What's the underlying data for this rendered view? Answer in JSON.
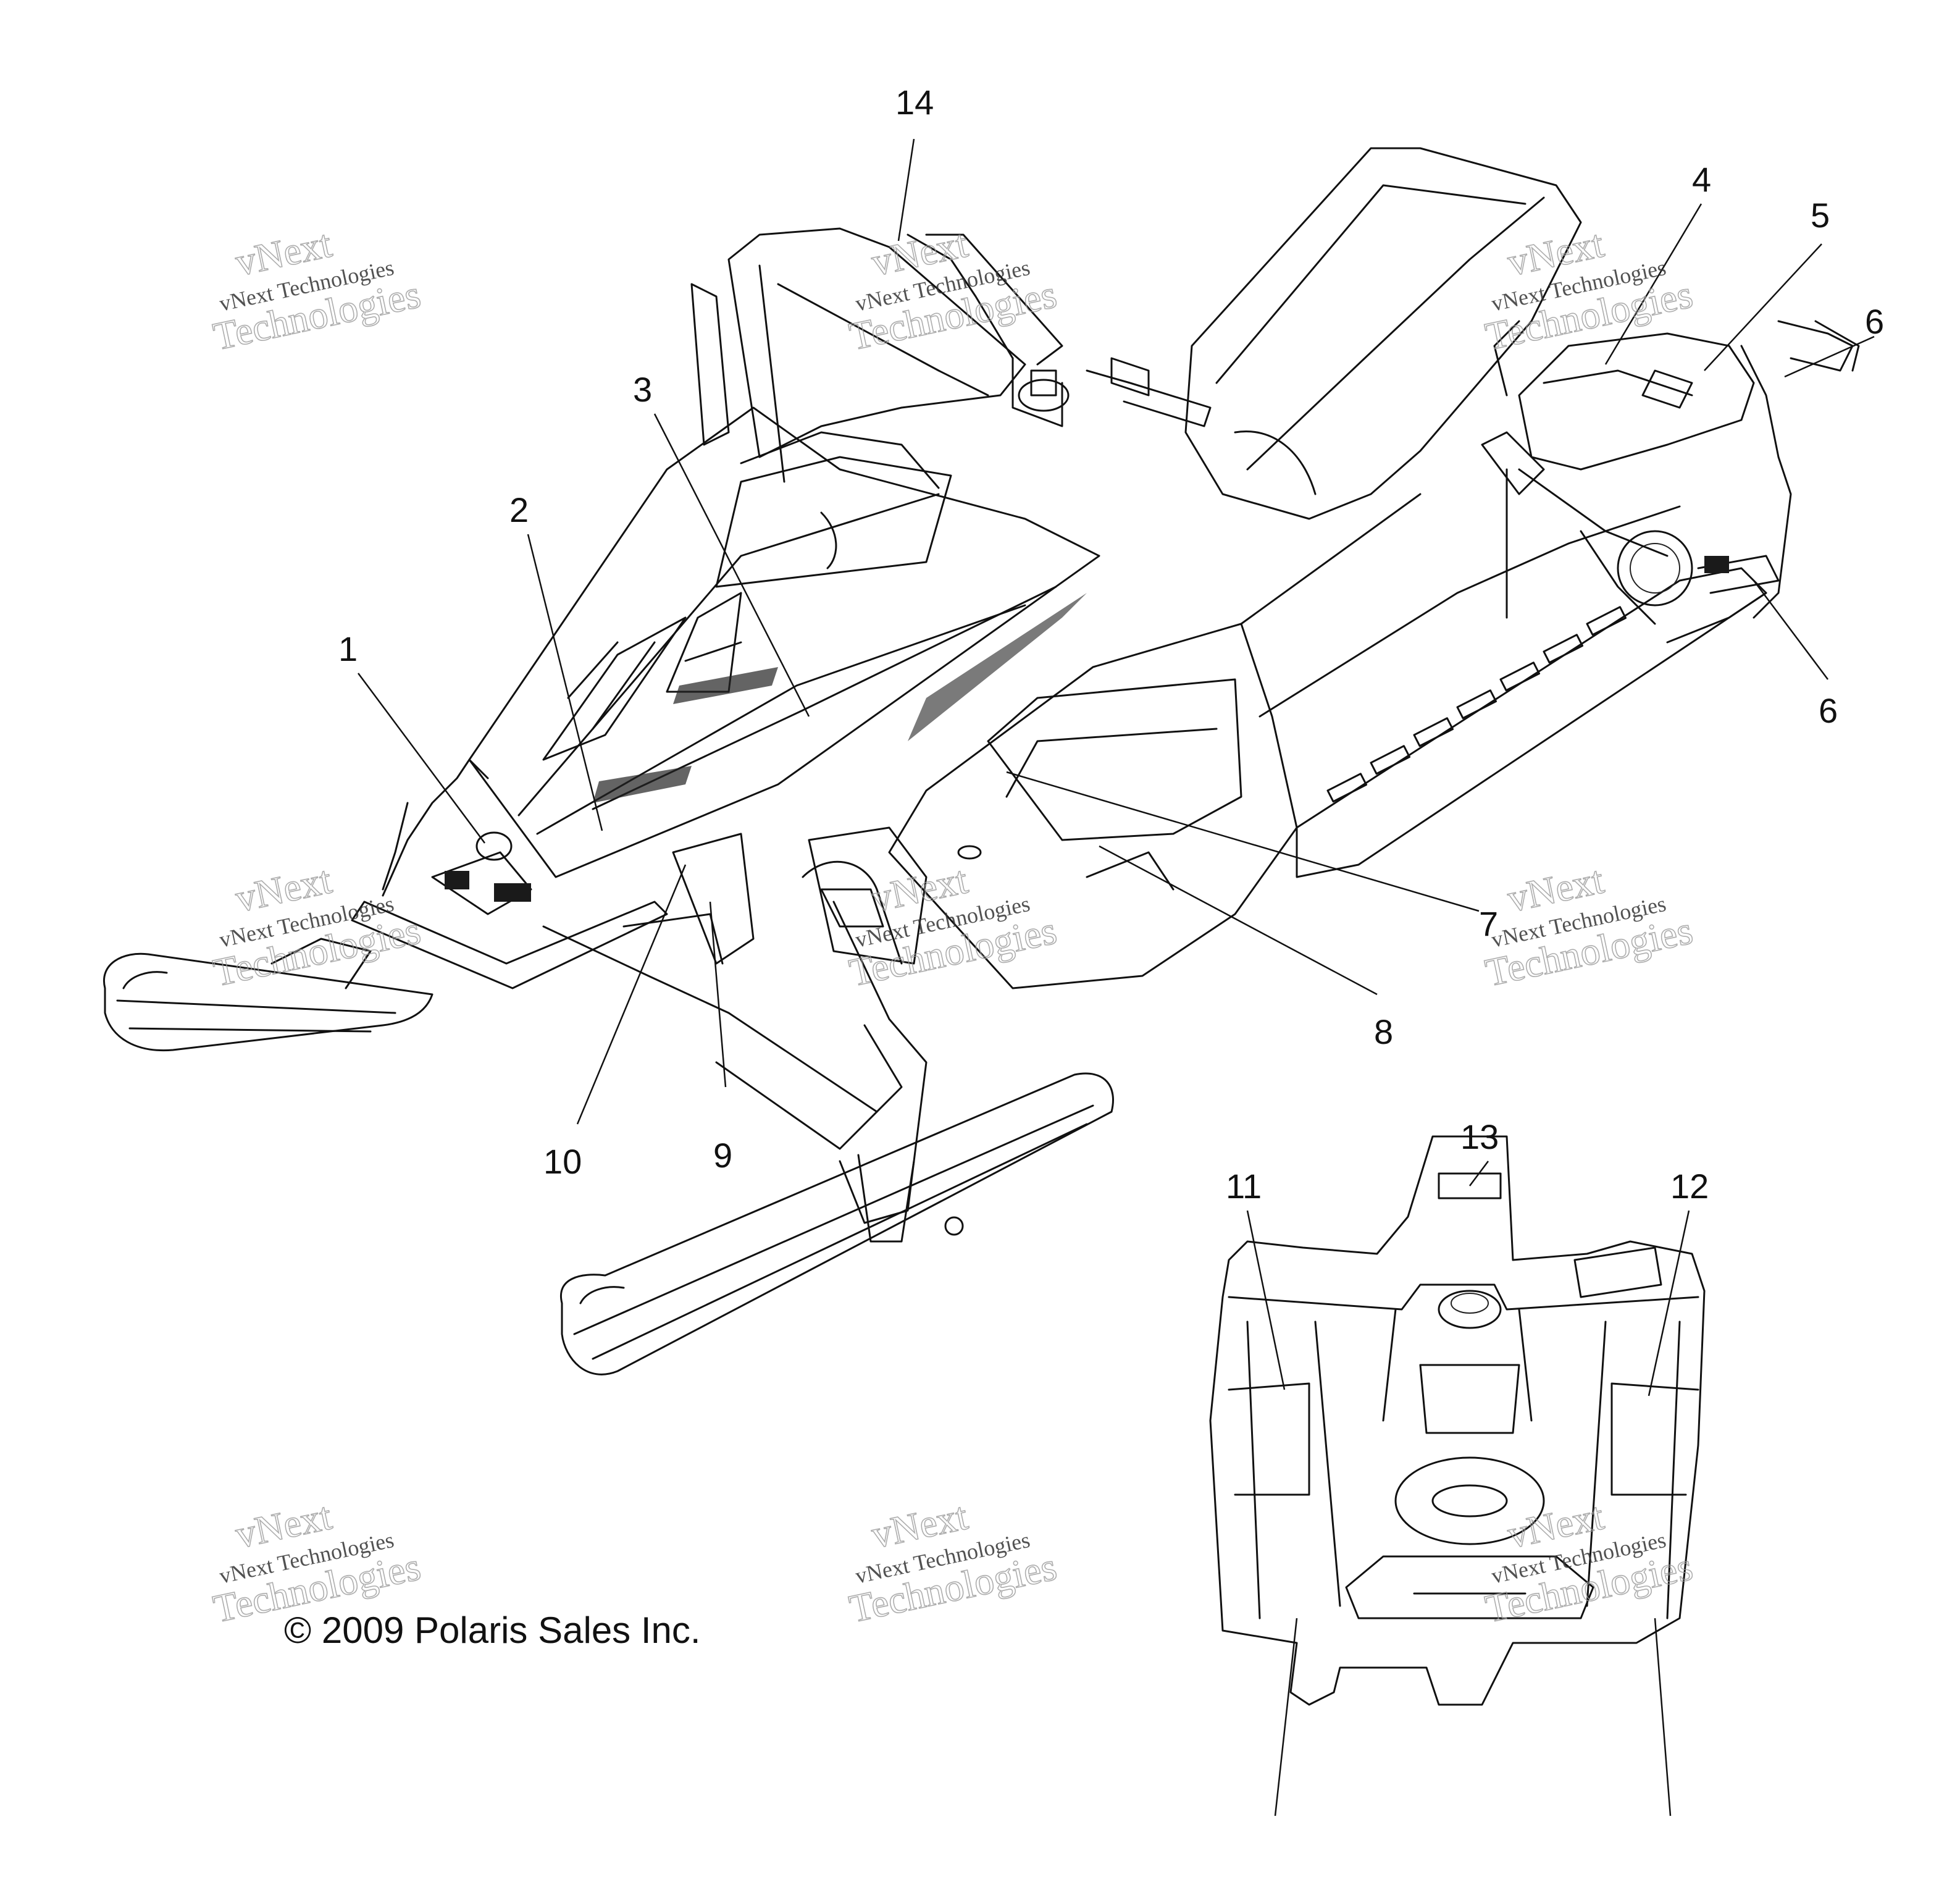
{
  "callouts": {
    "c1": "1",
    "c2": "2",
    "c3": "3",
    "c4": "4",
    "c5": "5",
    "c6a": "6",
    "c6b": "6",
    "c7": "7",
    "c8": "8",
    "c9": "9",
    "c10": "10",
    "c11": "11",
    "c12": "12",
    "c13": "13",
    "c14": "14"
  },
  "copyright": "© 2009 Polaris Sales Inc.",
  "watermark": {
    "company": "vNext Technologies",
    "word1": "vNext",
    "word2": "Technologies"
  }
}
